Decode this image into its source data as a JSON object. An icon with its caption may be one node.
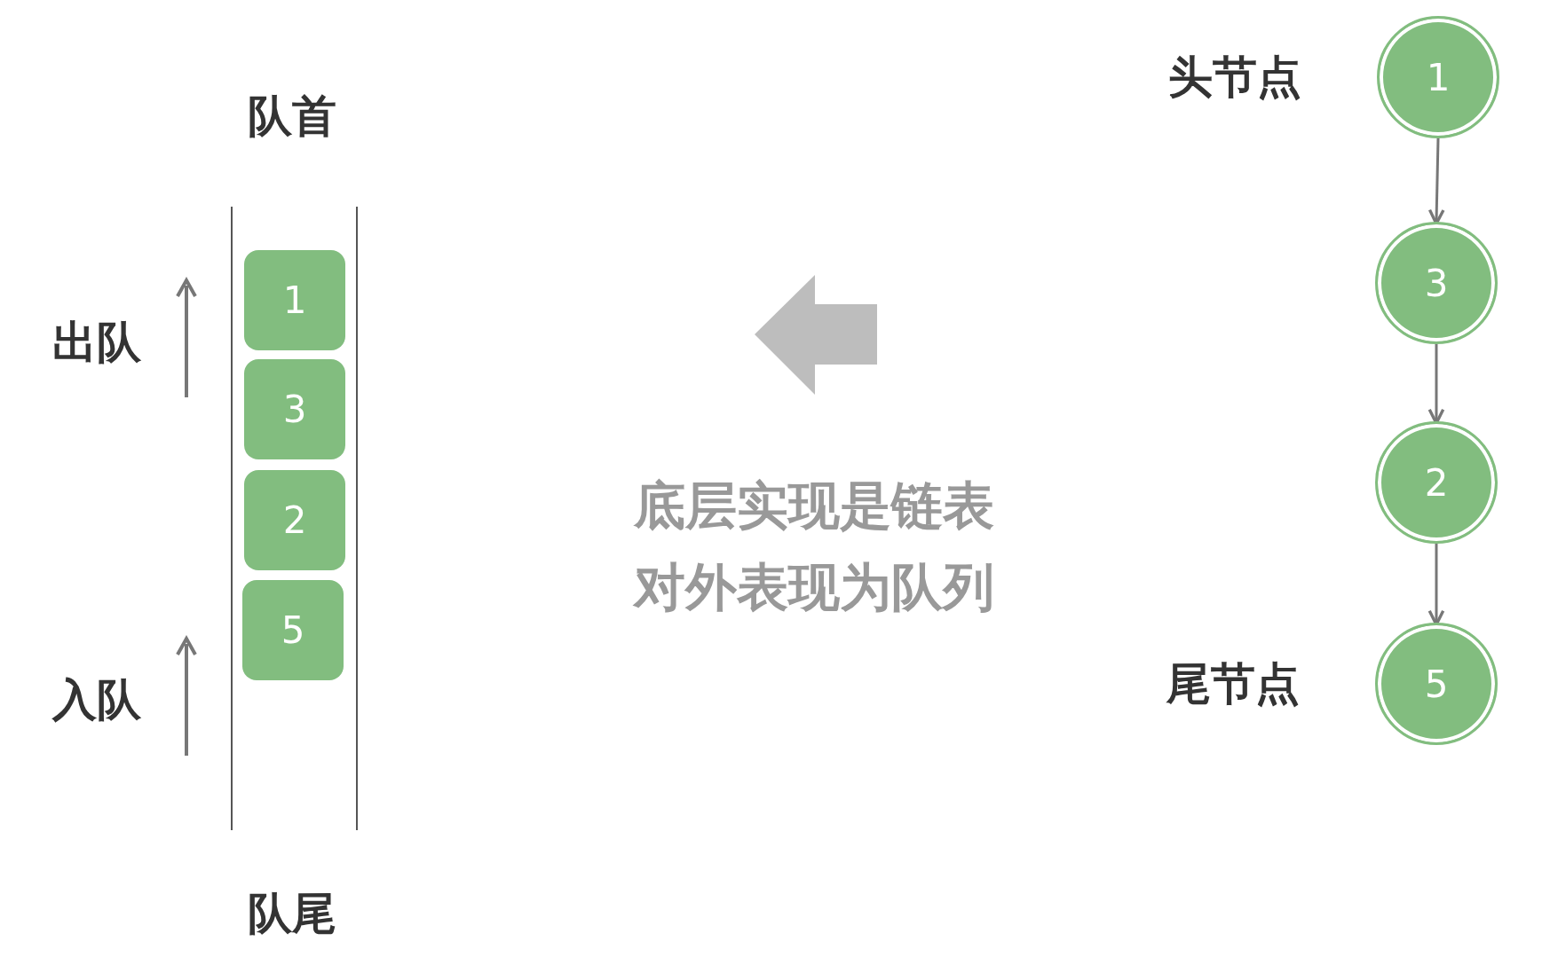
{
  "diagram": {
    "nodes": [
      {
        "text": [
          "1"
        ]
      },
      {
        "text": [
          "3"
        ]
      },
      {
        "text": [
          "2"
        ]
      },
      {
        "text": [
          "5"
        ]
      },
      {
        "text": [
          "1"
        ],
        "beside": [
          "头节点"
        ]
      },
      {
        "text": [
          "3"
        ]
      },
      {
        "text": [
          "2"
        ]
      },
      {
        "text": [
          "5"
        ],
        "beside": [
          "尾节点"
        ]
      }
    ],
    "edges": [
      {
        "from": 4,
        "to": 5,
        "arrow": "to"
      },
      {
        "from": 5,
        "to": 6,
        "arrow": "to"
      },
      {
        "from": 6,
        "to": 7,
        "arrow": "to"
      }
    ],
    "labels": [
      "队首",
      "出队",
      "入队",
      "队尾",
      "底层实现是链表",
      "对外表现为队列"
    ]
  }
}
